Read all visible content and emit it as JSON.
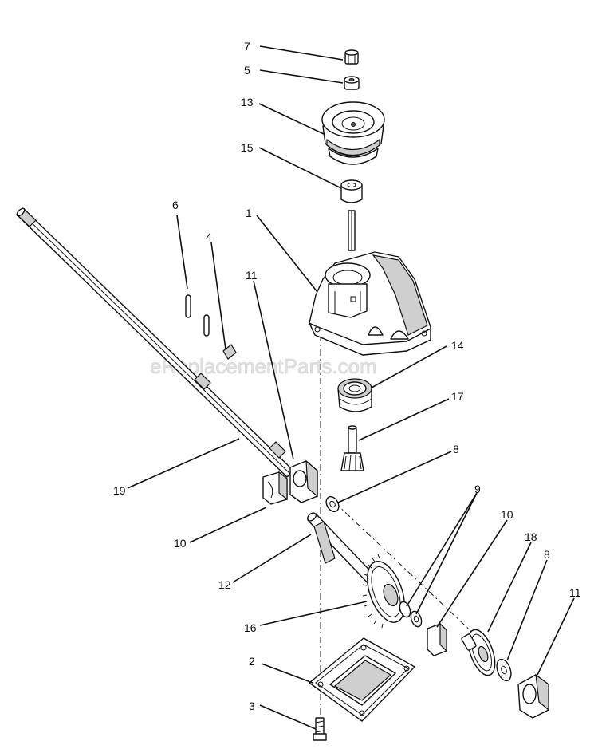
{
  "watermark": "eReplacementParts.com",
  "callouts": [
    {
      "id": "c7",
      "label": "7"
    },
    {
      "id": "c5",
      "label": "5"
    },
    {
      "id": "c13",
      "label": "13"
    },
    {
      "id": "c15",
      "label": "15"
    },
    {
      "id": "c1",
      "label": "1"
    },
    {
      "id": "c6",
      "label": "6"
    },
    {
      "id": "c4",
      "label": "4"
    },
    {
      "id": "c11a",
      "label": "11"
    },
    {
      "id": "c14",
      "label": "14"
    },
    {
      "id": "c17",
      "label": "17"
    },
    {
      "id": "c8a",
      "label": "8"
    },
    {
      "id": "c19",
      "label": "19"
    },
    {
      "id": "c9",
      "label": "9"
    },
    {
      "id": "c10a",
      "label": "10"
    },
    {
      "id": "c10b",
      "label": "10"
    },
    {
      "id": "c18",
      "label": "18"
    },
    {
      "id": "c8b",
      "label": "8"
    },
    {
      "id": "c11b",
      "label": "11"
    },
    {
      "id": "c12",
      "label": "12"
    },
    {
      "id": "c16",
      "label": "16"
    },
    {
      "id": "c2",
      "label": "2"
    },
    {
      "id": "c3",
      "label": "3"
    }
  ]
}
